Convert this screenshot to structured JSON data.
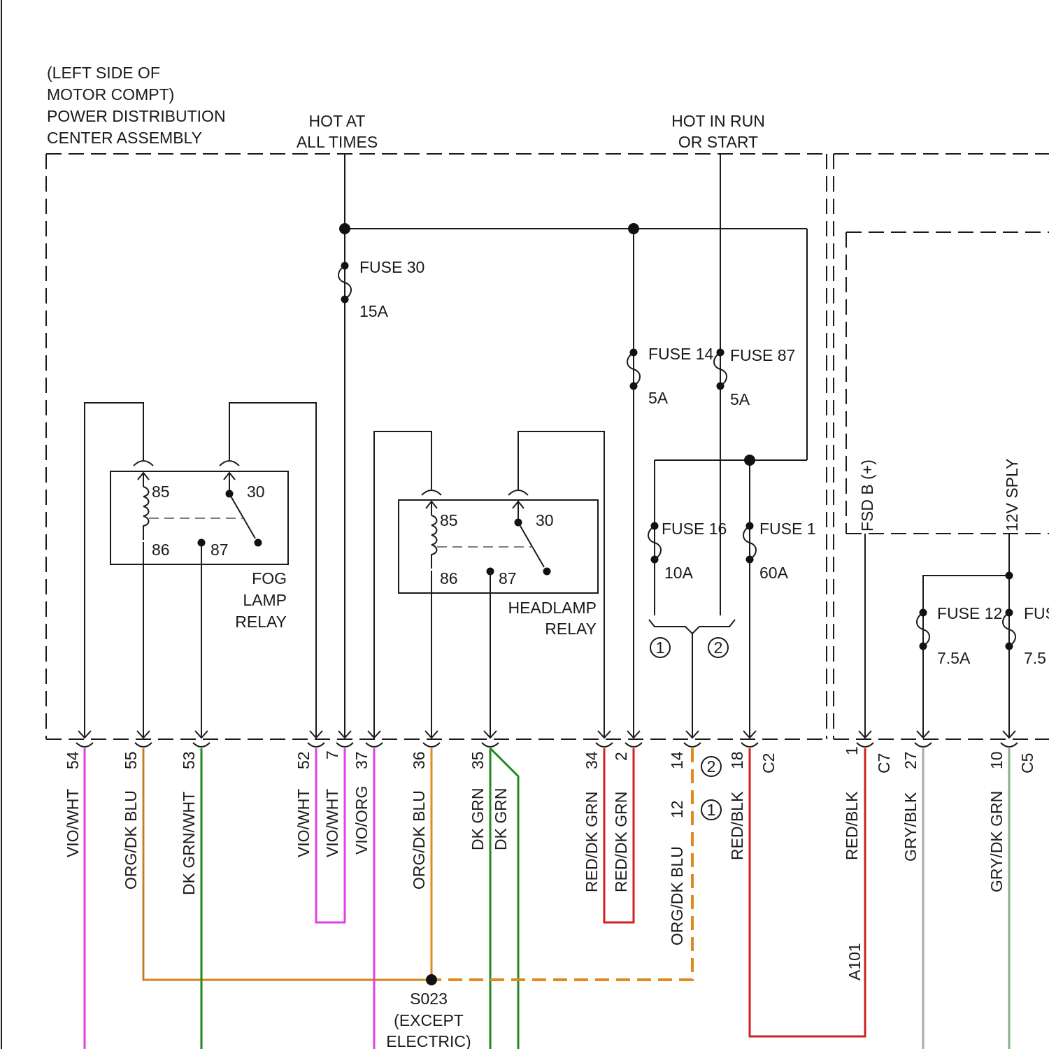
{
  "header": {
    "pdc_lines": [
      "(LEFT SIDE OF",
      "MOTOR COMPT)",
      "POWER DISTRIBUTION",
      "CENTER ASSEMBLY"
    ],
    "hot_all_times": [
      "HOT AT",
      "ALL TIMES"
    ],
    "hot_run_start": [
      "HOT IN RUN",
      "OR START"
    ]
  },
  "fuses": {
    "f30": {
      "name": "FUSE 30",
      "rating": "15A"
    },
    "f14": {
      "name": "FUSE 14",
      "rating": "5A"
    },
    "f87": {
      "name": "FUSE 87",
      "rating": "5A"
    },
    "f16": {
      "name": "FUSE 16",
      "rating": "10A"
    },
    "f1": {
      "name": "FUSE 1",
      "rating": "60A"
    },
    "f12": {
      "name": "FUSE 12",
      "rating": "7.5A"
    },
    "fus_partial": {
      "name": "FUS",
      "rating": "7.5"
    }
  },
  "relays": {
    "fog": {
      "lines": [
        "FOG",
        "LAMP",
        "RELAY"
      ],
      "pins": {
        "p85": "85",
        "p30": "30",
        "p86": "86",
        "p87": "87"
      }
    },
    "headlamp": {
      "lines": [
        "HEADLAMP",
        "RELAY"
      ],
      "pins": {
        "p85": "85",
        "p30": "30",
        "p86": "86",
        "p87": "87"
      }
    }
  },
  "options": {
    "one": "1",
    "two": "2"
  },
  "splice": {
    "id": "S023",
    "lines": [
      "(EXCEPT",
      "ELECTRIC)"
    ]
  },
  "vertical_labels": {
    "fsd": "FSD B (+)",
    "sply": "12V SPLY"
  },
  "connectors": {
    "c2": "C2",
    "c7": "C7",
    "c5": "C5"
  },
  "wires": [
    {
      "pin": "54",
      "color": "VIO/WHT",
      "hex": "#e040e0"
    },
    {
      "pin": "55",
      "color": "ORG/DK BLU",
      "hex": "#e08a1e"
    },
    {
      "pin": "53",
      "color": "DK GRN/WHT",
      "hex": "#1f8a1f"
    },
    {
      "pin": "52",
      "color": "VIO/WHT",
      "hex": "#e040e0"
    },
    {
      "pin": "7",
      "color": "VIO/WHT",
      "hex": "#e040e0"
    },
    {
      "pin": "37",
      "color": "VIO/ORG",
      "hex": "#e040e0"
    },
    {
      "pin": "36",
      "color": "ORG/DK BLU",
      "hex": "#e08a1e"
    },
    {
      "pin": "35",
      "color": "DK GRN",
      "hex": "#1f8a1f"
    },
    {
      "pin": "",
      "color": "DK GRN",
      "hex": "#1f8a1f"
    },
    {
      "pin": "34",
      "color": "RED/DK GRN",
      "hex": "#d02020"
    },
    {
      "pin": "2",
      "color": "RED/DK GRN",
      "hex": "#d02020"
    },
    {
      "pin": "14",
      "color": "",
      "hex": "#e08a1e"
    },
    {
      "pin": "12",
      "color": "ORG/DK BLU",
      "hex": "#e08a1e"
    },
    {
      "pin": "18",
      "color": "RED/BLK",
      "hex": "#d02020"
    },
    {
      "pin": "1",
      "color": "RED/BLK",
      "hex": "#d02020"
    },
    {
      "pin": "27",
      "color": "GRY/BLK",
      "hex": "#aaaaaa"
    },
    {
      "pin": "10",
      "color": "GRY/DK GRN",
      "hex": "#88b088"
    }
  ],
  "ground_ref": "A101"
}
